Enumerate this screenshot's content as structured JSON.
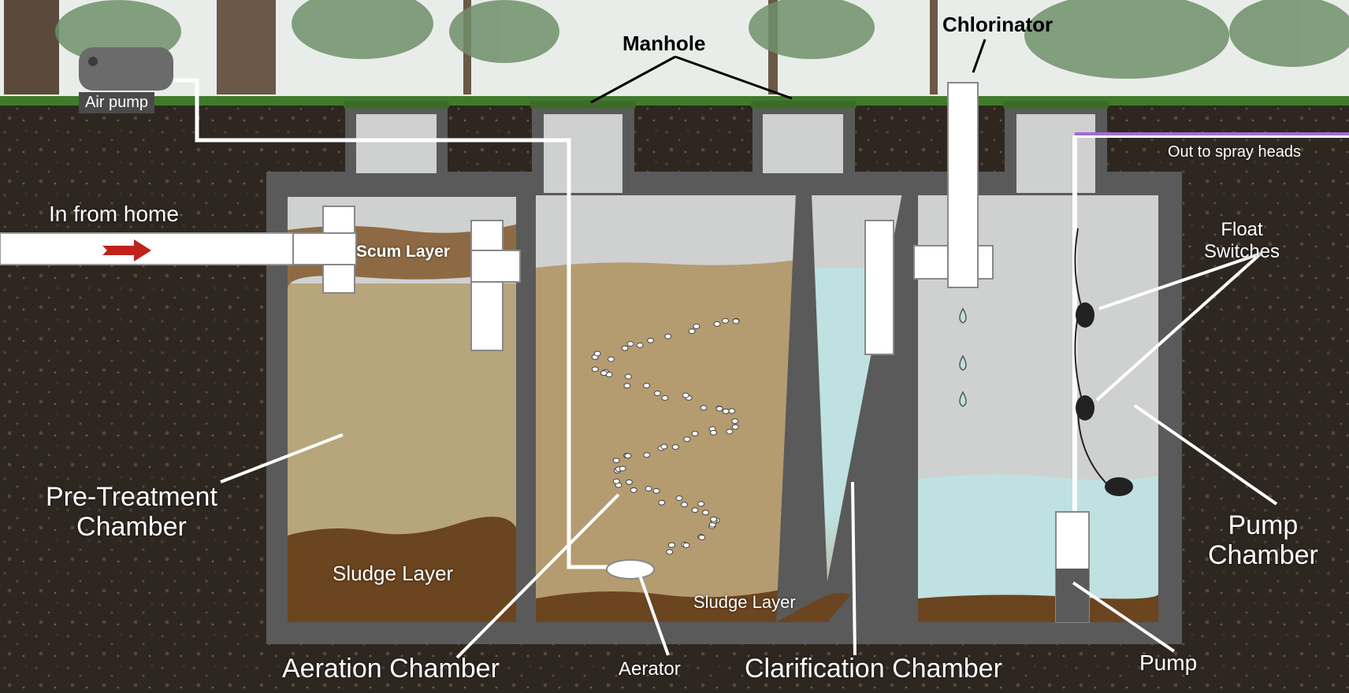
{
  "labels": {
    "air_pump": "Air pump",
    "manhole": "Manhole",
    "chlorinator": "Chlorinator",
    "out_to_spray_heads": "Out to spray heads",
    "in_from_home": "In from home",
    "scum_layer": "Scum Layer",
    "float_switches_line1": "Float",
    "float_switches_line2": "Switches",
    "pre_treatment_line1": "Pre-Treatment",
    "pre_treatment_line2": "Chamber",
    "sludge_layer_left": "Sludge Layer",
    "sludge_layer_mid": "Sludge Layer",
    "pump_chamber_line1": "Pump",
    "pump_chamber_line2": "Chamber",
    "aeration_chamber": "Aeration Chamber",
    "aerator": "Aerator",
    "clarification_chamber": "Clarification Chamber",
    "pump": "Pump"
  },
  "colors": {
    "sky": "#e9ede9",
    "grass": "#3f7a2a",
    "soil": "#2e2720",
    "concrete": "#5a5a5a",
    "air_space": "#cfd0d0",
    "pretreatment_liquid": "#b7a57c",
    "sludge": "#6b4420",
    "scum": "#8e6a44",
    "aeration_liquid": "#b49c70",
    "clarified_water": "#bfe1e1",
    "pipe": "#ffffff",
    "spray_line": "#a06cd0",
    "arrow": "#c0211c"
  }
}
